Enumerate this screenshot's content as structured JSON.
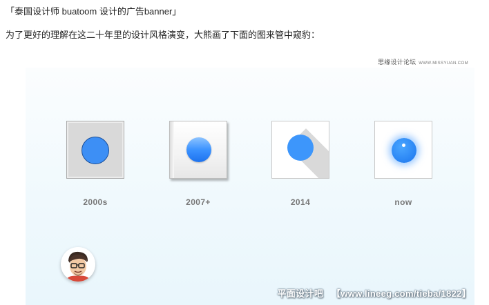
{
  "article": {
    "title_line": "「泰国设计师 buatoom 设计的广告banner」",
    "intro_line": "为了更好的理解在这二十年里的设计风格演变，大熊画了下面的图来管中窥豹："
  },
  "watermark_top": {
    "brand": "思缘设计论坛",
    "url": "WWW.MISSYUAN.COM"
  },
  "timeline": [
    {
      "label": "2000s",
      "style": "skeuomorphic-flat-border"
    },
    {
      "label": "2007+",
      "style": "glossy-gradient"
    },
    {
      "label": "2014",
      "style": "flat-long-shadow"
    },
    {
      "label": "now",
      "style": "glow"
    }
  ],
  "colors": {
    "accent_blue": "#3d96fb",
    "label_gray": "#777777"
  },
  "watermark_bottom": {
    "brand": "平面设计吧",
    "url": "【www.lineeg.com/tieba/1822】"
  }
}
